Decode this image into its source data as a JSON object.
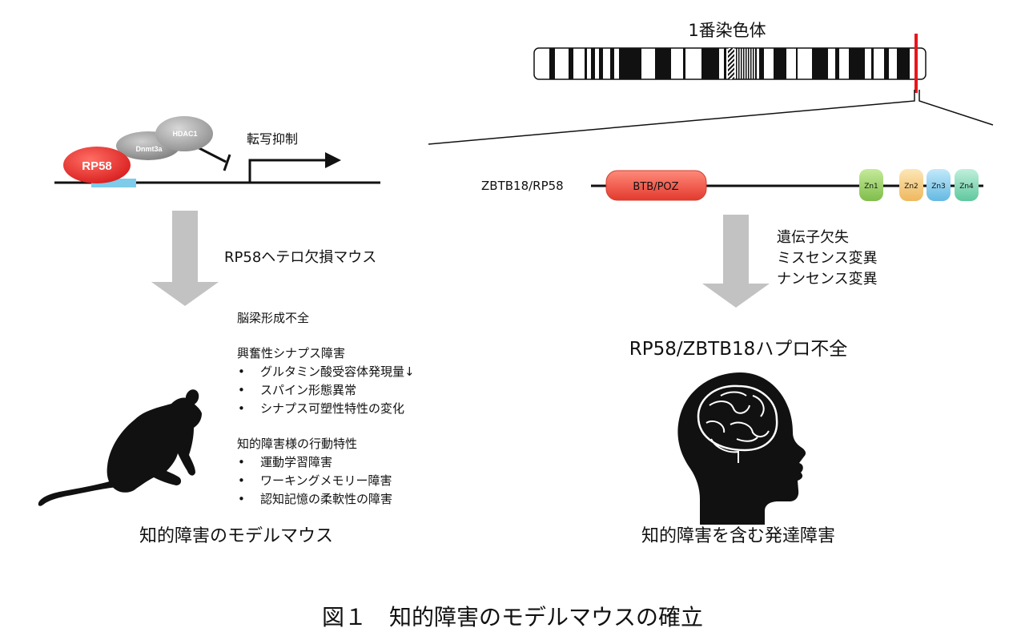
{
  "chromosome": {
    "label": "1番染色体"
  },
  "mechanism": {
    "rp58": "RP58",
    "dnmt3a": "Dnmt3a",
    "hdac1": "HDAC1",
    "repression": "転写抑制"
  },
  "gene": {
    "name": "ZBTB18/RP58",
    "btb": "BTB/POZ",
    "zn": [
      "Zn1",
      "Zn2",
      "Zn3",
      "Zn4"
    ],
    "colors": {
      "btb": "#e8463a",
      "zn1": "#8fc85a",
      "zn2": "#f2c97a",
      "zn3": "#7ec8ea",
      "zn4": "#7fd6b6",
      "highlight": "#e8141c",
      "box": "#7ecbea"
    }
  },
  "left": {
    "arrow_label": "RP58ヘテロ欠損マウス",
    "phenotype1": "脳梁形成不全",
    "phenotype2_title": "興奮性シナプス障害",
    "phenotype2_items": [
      "グルタミン酸受容体発現量↓",
      "スパイン形態異常",
      "シナプス可塑性特性の変化"
    ],
    "phenotype3_title": "知的障害様の行動特性",
    "phenotype3_items": [
      "運動学習障害",
      "ワーキングメモリー障害",
      "認知記憶の柔軟性の障害"
    ],
    "bullet": "•",
    "caption": "知的障害のモデルマウス"
  },
  "right": {
    "mutations": [
      "遺伝子欠失",
      "ミスセンス変異",
      "ナンセンス変異"
    ],
    "haplo": "RP58/ZBTB18ハプロ不全",
    "caption": "知的障害を含む発達障害"
  },
  "figure_caption": "図１　知的障害のモデルマウスの確立"
}
